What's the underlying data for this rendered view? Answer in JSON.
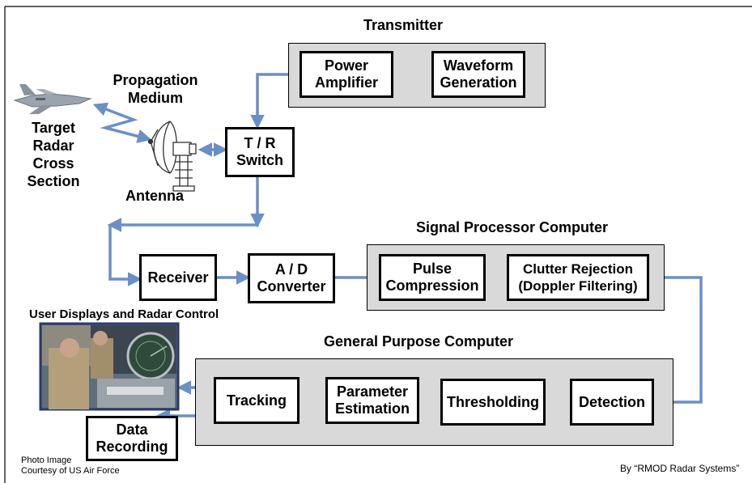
{
  "colors": {
    "arrow": "#6a8fc8",
    "group_fill": "#d9d9d9",
    "block_border": "#000000"
  },
  "transmitter": {
    "title": "Transmitter",
    "power_amplifier": "Power\nAmplifier",
    "waveform_generation": "Waveform\nGeneration"
  },
  "propagation_medium": "Propagation\nMedium",
  "target_radar_cross_section": "Target\nRadar\nCross\nSection",
  "antenna": "Antenna",
  "tr_switch": "T / R\nSwitch",
  "receiver": "Receiver",
  "ad_converter": "A / D\nConverter",
  "signal_processor": {
    "title": "Signal Processor Computer",
    "pulse_compression": "Pulse\nCompression",
    "clutter_rejection": "Clutter Rejection\n(Doppler Filtering)"
  },
  "user_displays": "User Displays and Radar Control",
  "general_purpose": {
    "title": "General Purpose Computer",
    "detection": "Detection",
    "thresholding": "Thresholding",
    "parameter_estimation": "Parameter\nEstimation",
    "tracking": "Tracking"
  },
  "data_recording": "Data\nRecording",
  "photo_credit": "Photo Image\nCourtesy of US Air Force",
  "attribution": "By “RMOD Radar Systems”",
  "icons": {
    "aircraft": "fighter-jet-icon",
    "antenna": "radar-dish-icon",
    "photo": "radar-console-photo"
  }
}
